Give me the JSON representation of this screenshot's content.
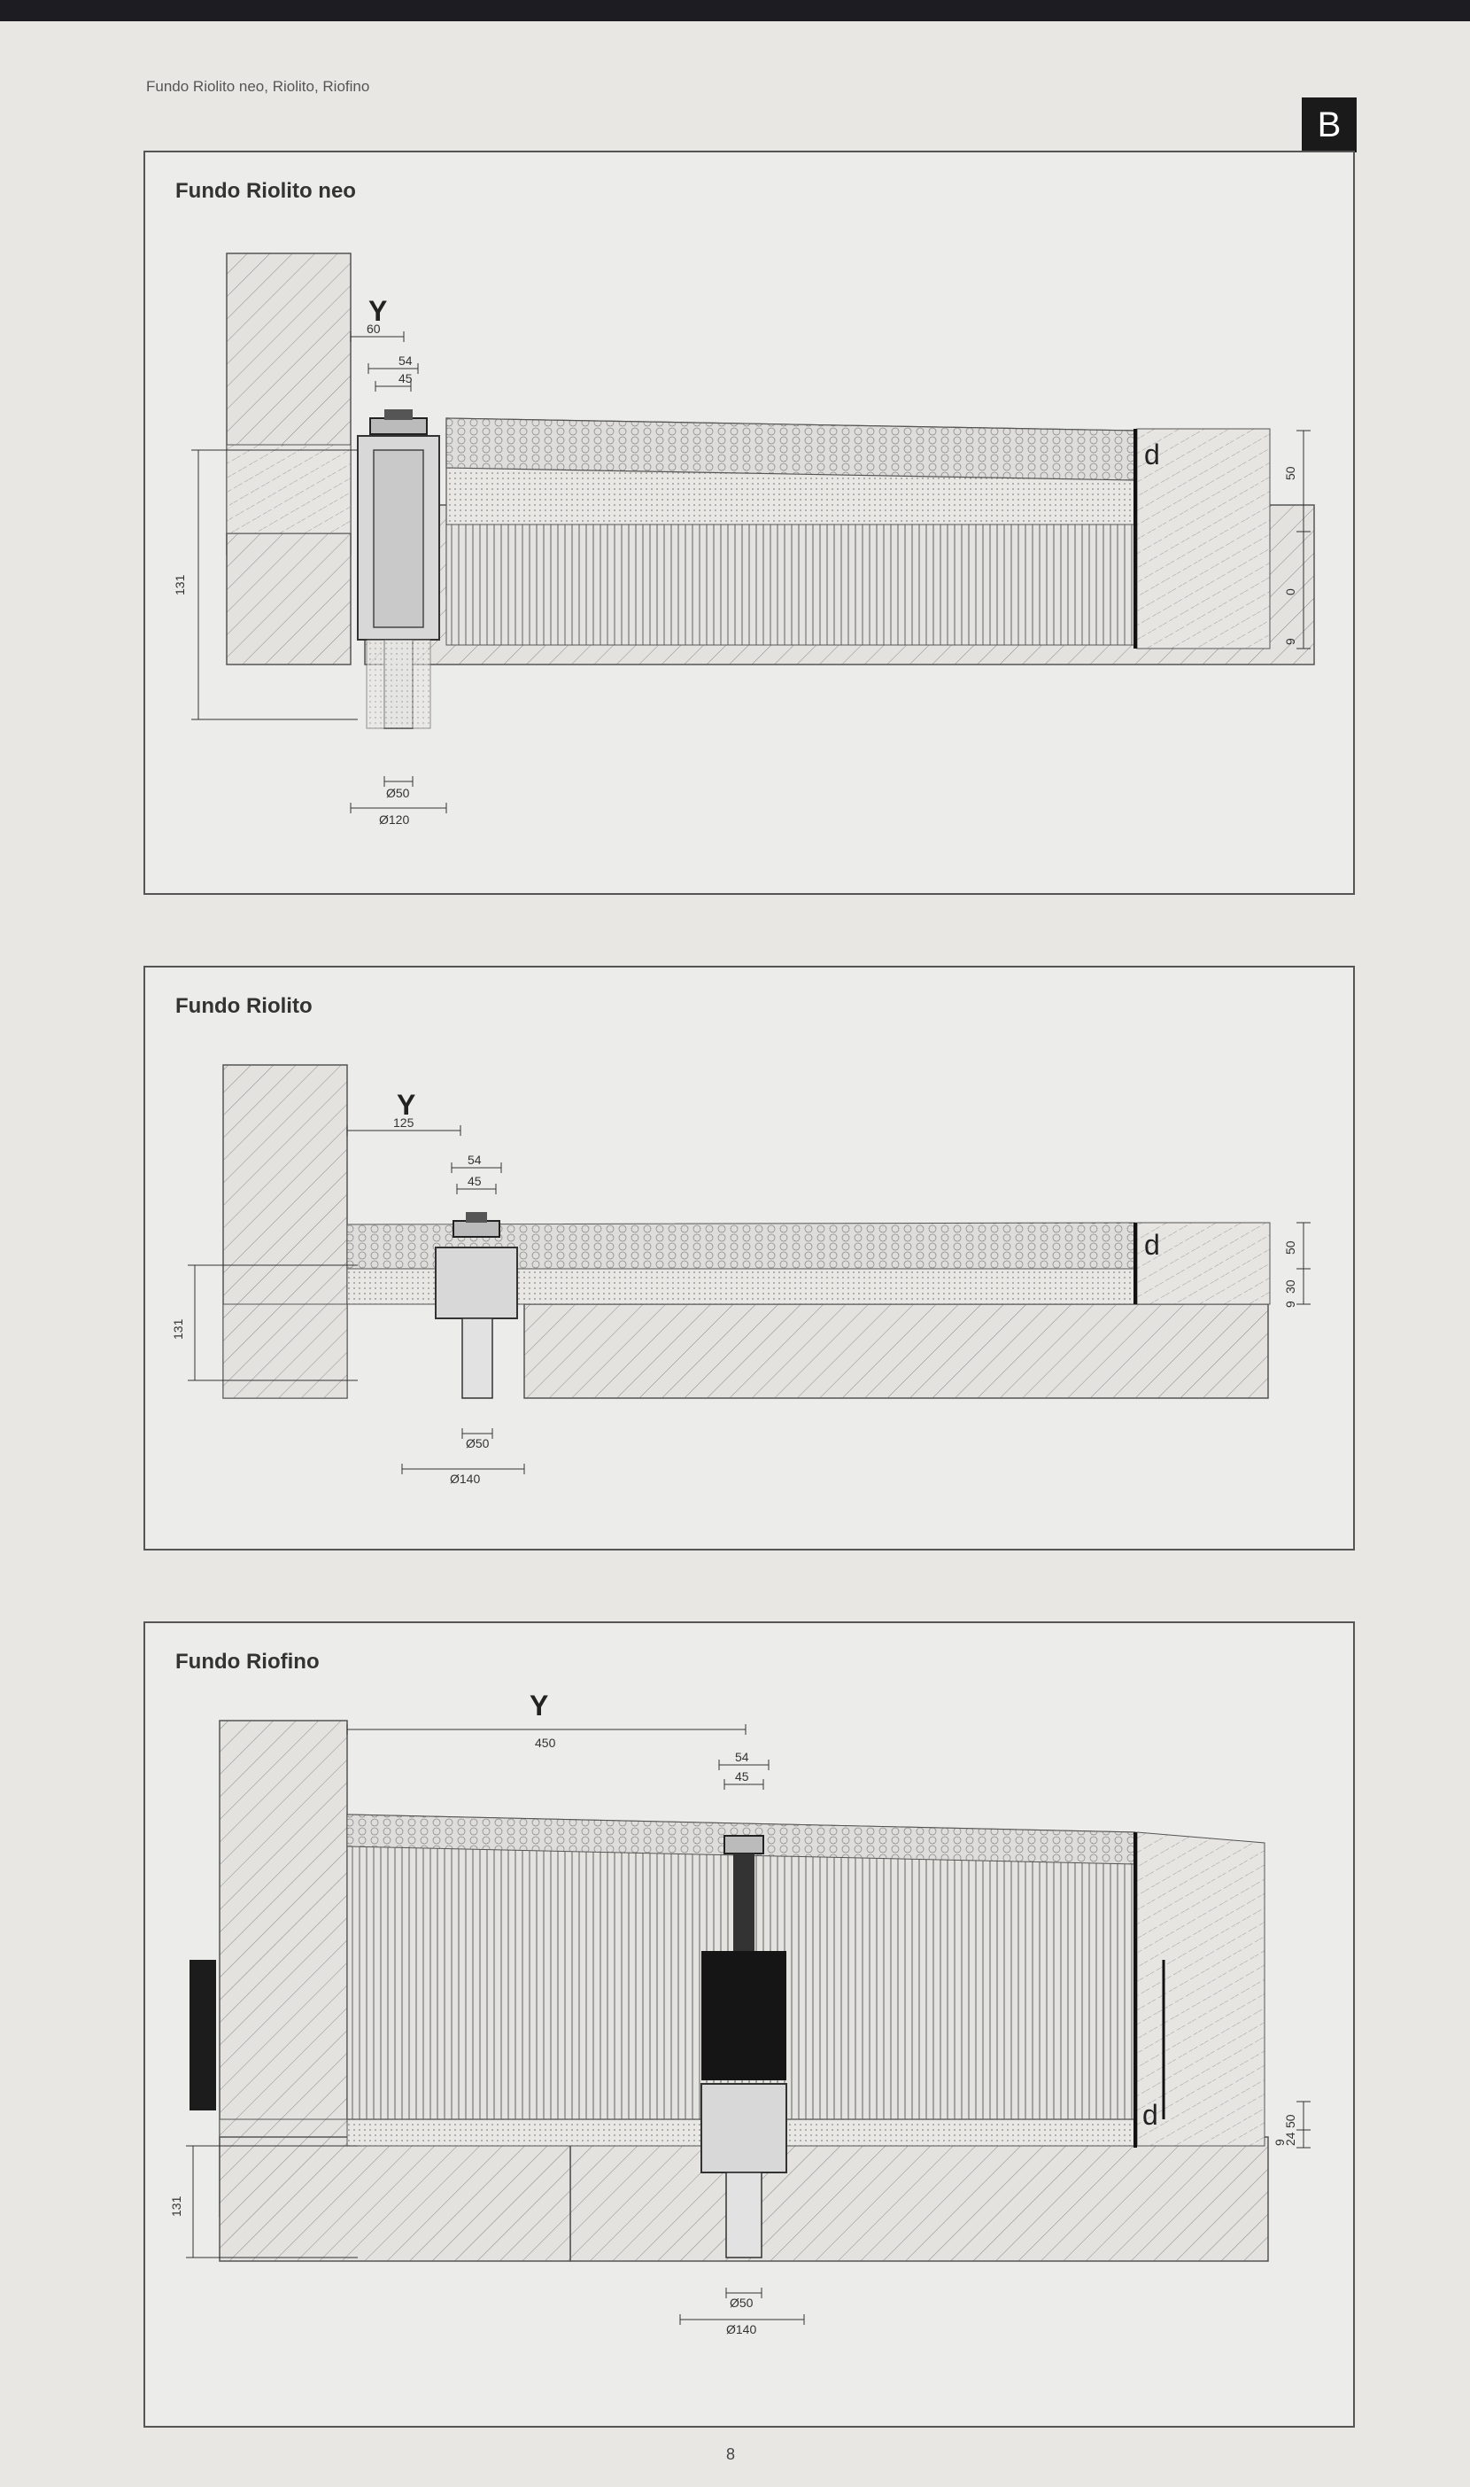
{
  "header": {
    "text": "Fundo Riolito neo, Riolito, Riofino",
    "section_badge": "B"
  },
  "page_number": "8",
  "panels": [
    {
      "title": "Fundo Riolito neo",
      "labels": {
        "y": "Y",
        "d": "d"
      },
      "dims": {
        "y_width": "60",
        "w54": "54",
        "w45": "45",
        "height": "131",
        "right_top": "50",
        "right_mid": "0",
        "right_bot": "9",
        "d_inner": "Ø50",
        "d_outer": "Ø120"
      }
    },
    {
      "title": "Fundo Riolito",
      "labels": {
        "y": "Y",
        "d": "d"
      },
      "dims": {
        "y_width": "125",
        "w54": "54",
        "w45": "45",
        "height": "131",
        "right_top": "50",
        "right_mid": "30",
        "right_bot": "9",
        "d_inner": "Ø50",
        "d_outer": "Ø140"
      }
    },
    {
      "title": "Fundo Riofino",
      "labels": {
        "y": "Y",
        "d": "d"
      },
      "dims": {
        "y_width": "450",
        "w54": "54",
        "w45": "45",
        "height": "131",
        "right_top": "50",
        "right_mid": "24",
        "right_bot": "9",
        "d_inner": "Ø50",
        "d_outer": "Ø140"
      }
    }
  ]
}
